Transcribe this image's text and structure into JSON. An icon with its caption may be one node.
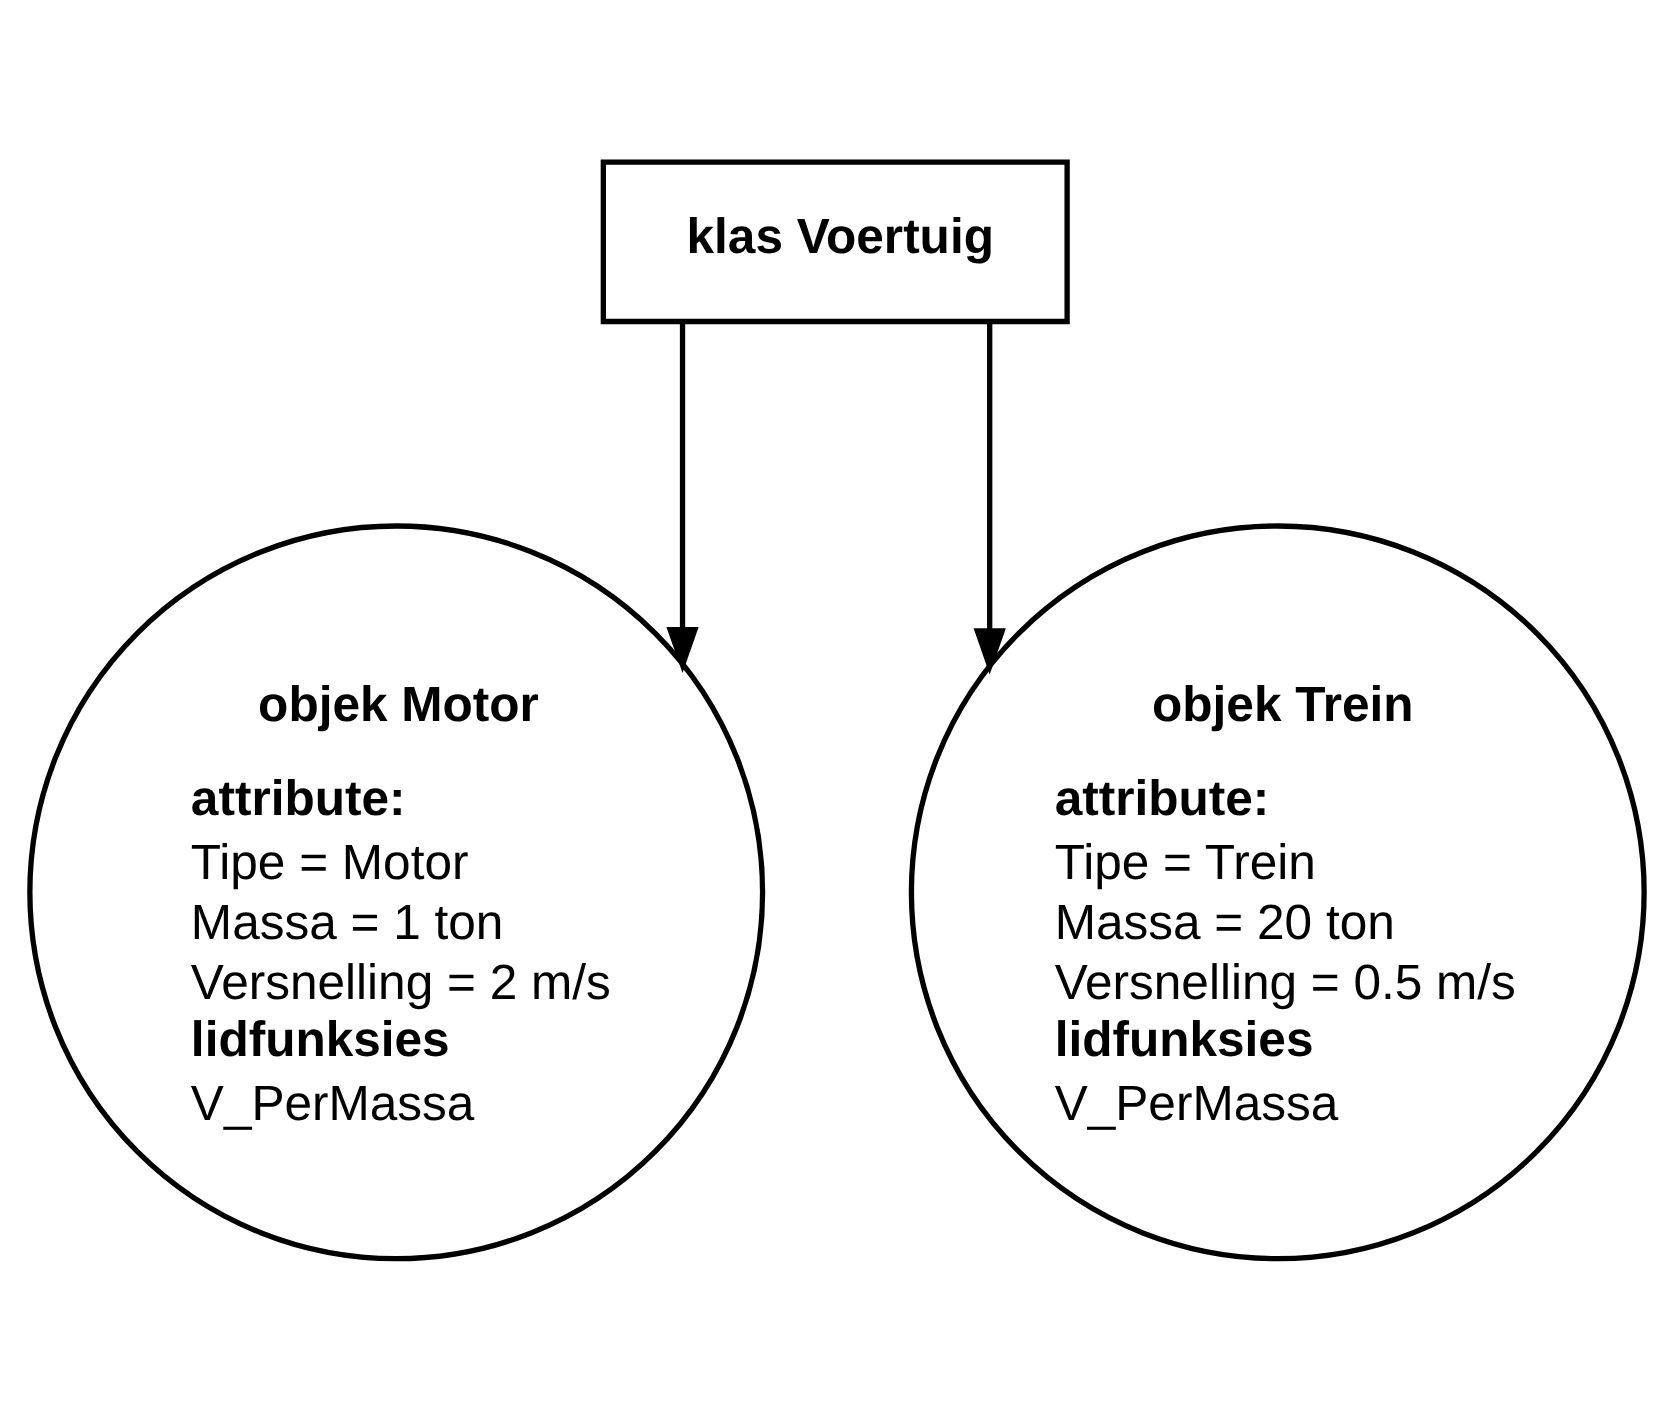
{
  "diagram": {
    "nodes": [
      {
        "text": [
          "klas Voertuig"
        ]
      },
      {
        "text": [
          "objek Motor",
          "attribute:",
          "Tipe = Motor",
          "Massa = 1 ton",
          "Versnelling = 2 m/s",
          "lidfunksies",
          "V_PerMassa"
        ]
      },
      {
        "text": [
          "objek Trein",
          "attribute:",
          "Tipe = Trein",
          "Massa = 20 ton",
          "Versnelling = 0.5 m/s",
          "lidfunksies",
          "V_PerMassa"
        ]
      }
    ],
    "edges": [
      {
        "from": 0,
        "to": 1,
        "arrow": "to"
      },
      {
        "from": 0,
        "to": 2,
        "arrow": "to"
      }
    ]
  }
}
